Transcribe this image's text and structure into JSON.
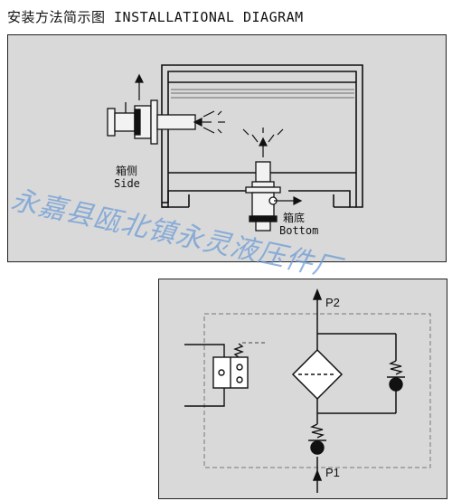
{
  "title": "安装方法简示图 INSTALLATIONAL DIAGRAM",
  "installation": {
    "side_label_cn": "箱侧",
    "side_label_en": "Side",
    "bottom_label_cn": "箱底",
    "bottom_label_en": "Bottom"
  },
  "schematic": {
    "port_top": "P2",
    "port_bottom": "P1"
  },
  "watermark": "永嘉县瓯北镇永灵液压件厂"
}
